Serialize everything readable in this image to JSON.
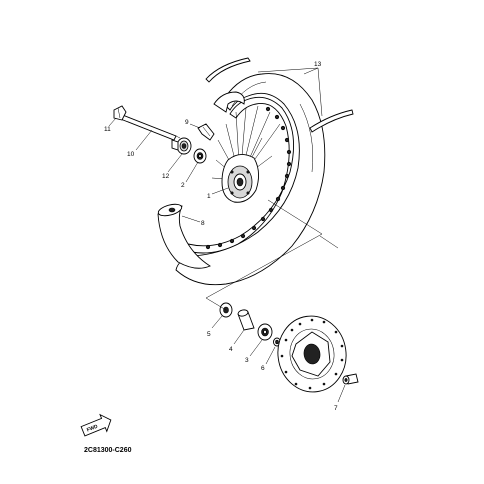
{
  "diagram": {
    "code": "2C81300-C260",
    "fwd_label": "FWD",
    "callouts": [
      "1",
      "2",
      "3",
      "4",
      "5",
      "6",
      "7",
      "8",
      "9",
      "10",
      "11",
      "12",
      "13"
    ]
  }
}
